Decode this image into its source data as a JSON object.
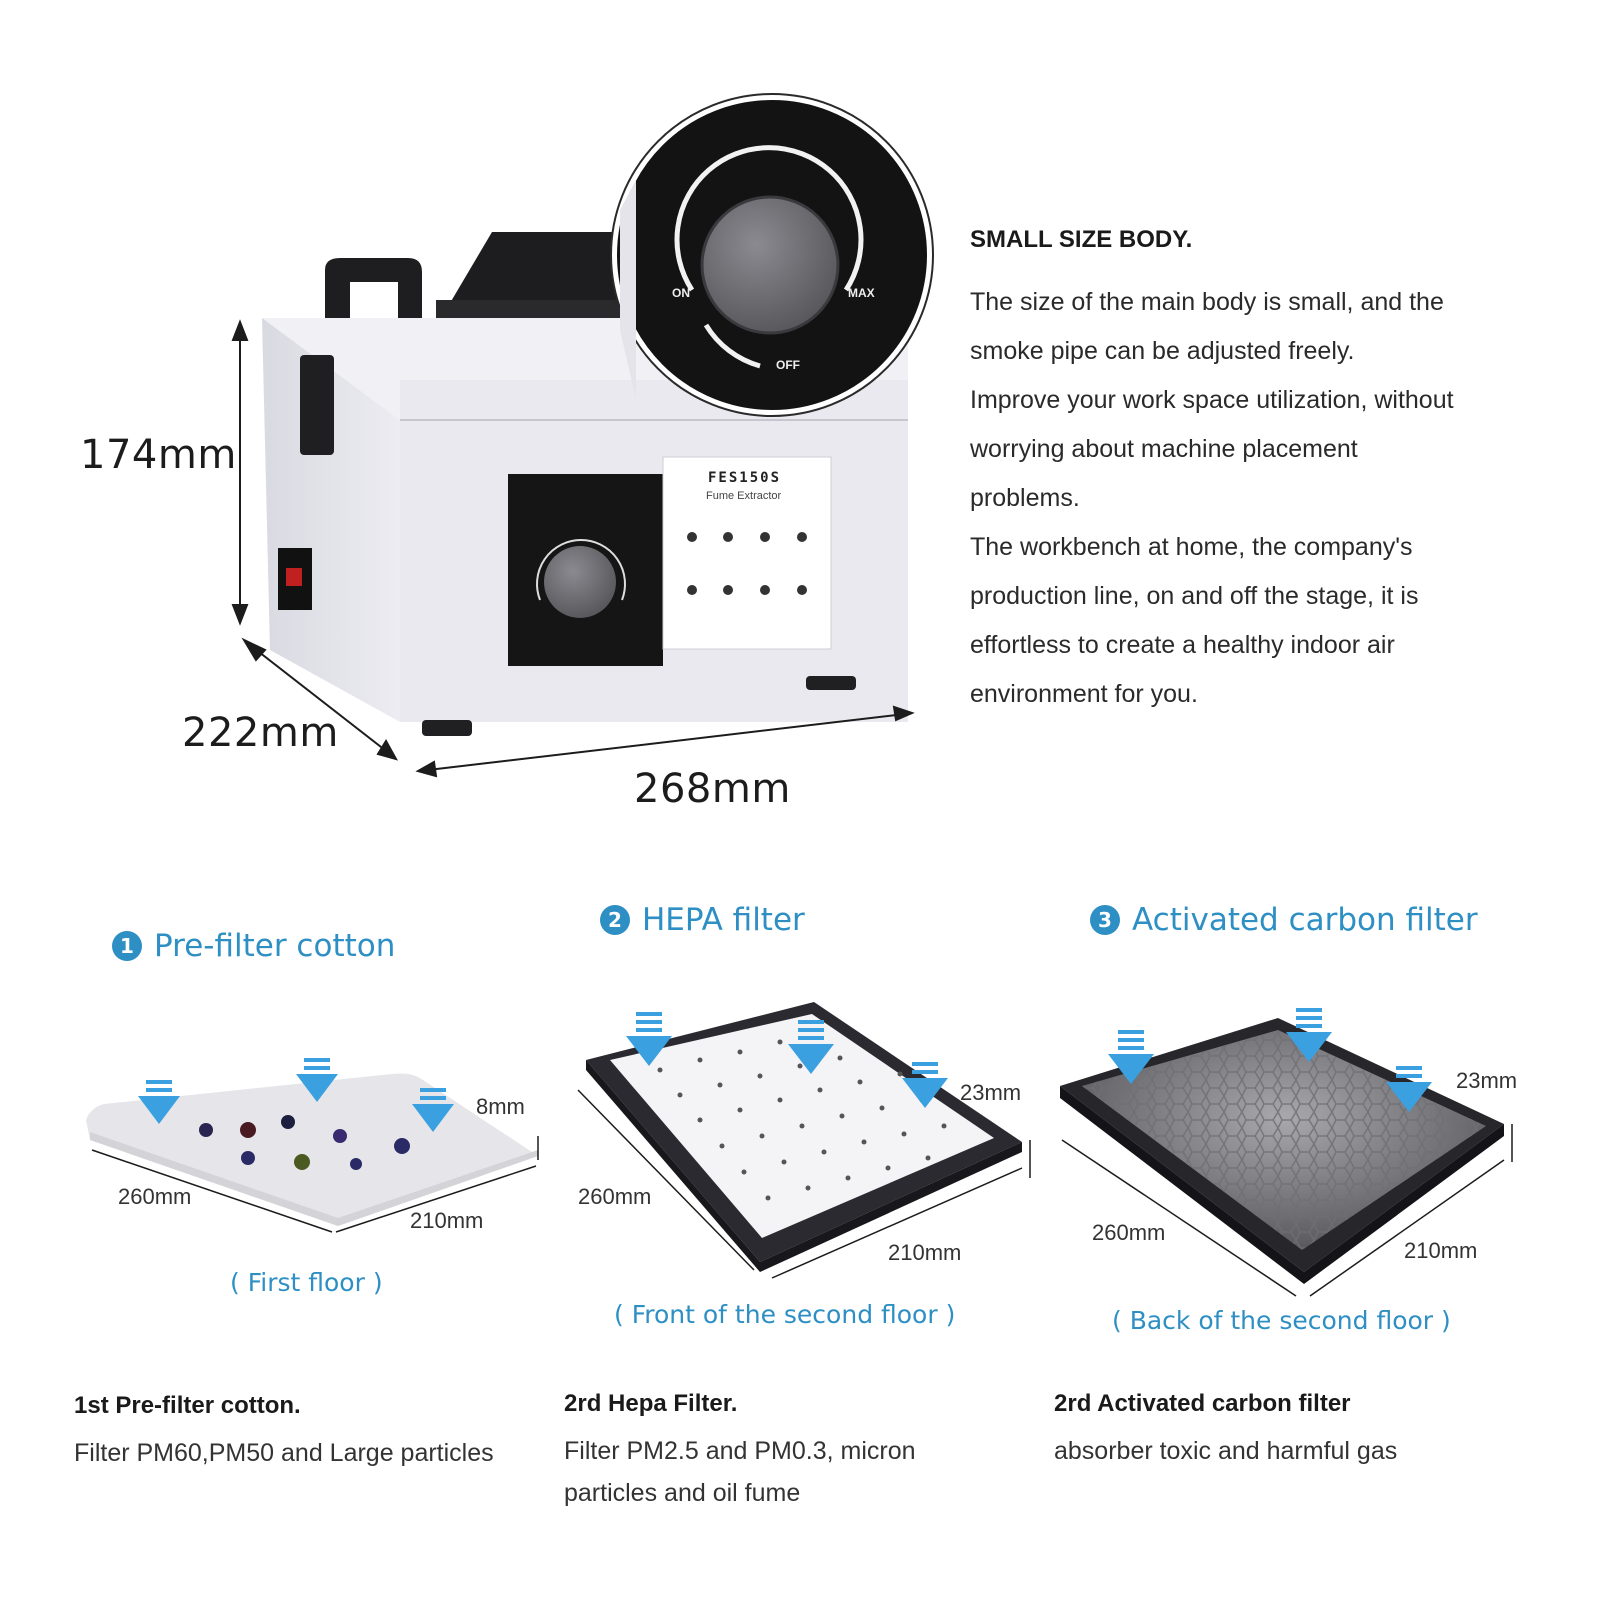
{
  "product": {
    "model": "FES150S",
    "subtitle": "Fume Extractor",
    "knob_on": "ON",
    "knob_max": "MAX",
    "knob_off": "OFF"
  },
  "dimensions": {
    "height": "174mm",
    "depth": "222mm",
    "width": "268mm"
  },
  "intro": {
    "heading": "SMALL SIZE BODY.",
    "lines": [
      "The size of the main body is small, and the",
      "smoke pipe can be adjusted freely.",
      "Improve your work space utilization, without",
      "worrying about machine placement",
      "problems.",
      "The workbench at home, the company's",
      "production line, on and off the stage, it is",
      "effortless to create a healthy indoor air",
      "environment for you."
    ]
  },
  "filters": [
    {
      "number": "1",
      "title": "Pre-filter cotton",
      "length": "260mm",
      "width": "210mm",
      "thickness": "8mm",
      "caption": "( First floor )",
      "desc_title": "1st Pre-filter cotton.",
      "desc_lines": [
        "Filter PM60,PM50 and Large particles"
      ]
    },
    {
      "number": "2",
      "title": "HEPA filter",
      "length": "260mm",
      "width": "210mm",
      "thickness": "23mm",
      "caption": "( Front of the second floor )",
      "desc_title": "2rd Hepa Filter.",
      "desc_lines": [
        "Filter PM2.5 and PM0.3, micron",
        "particles and oil fume"
      ]
    },
    {
      "number": "3",
      "title": "Activated carbon filter",
      "length": "260mm",
      "width": "210mm",
      "thickness": "23mm",
      "caption": "( Back of the second floor )",
      "desc_title": "2rd Activated carbon filter",
      "desc_lines": [
        "absorber toxic and harmful gas"
      ]
    }
  ],
  "colors": {
    "accent_blue": "#2d8fc4",
    "arrow_blue": "#3aa0e0",
    "device_body": "#eaeaf0",
    "panel_black": "#151515"
  }
}
